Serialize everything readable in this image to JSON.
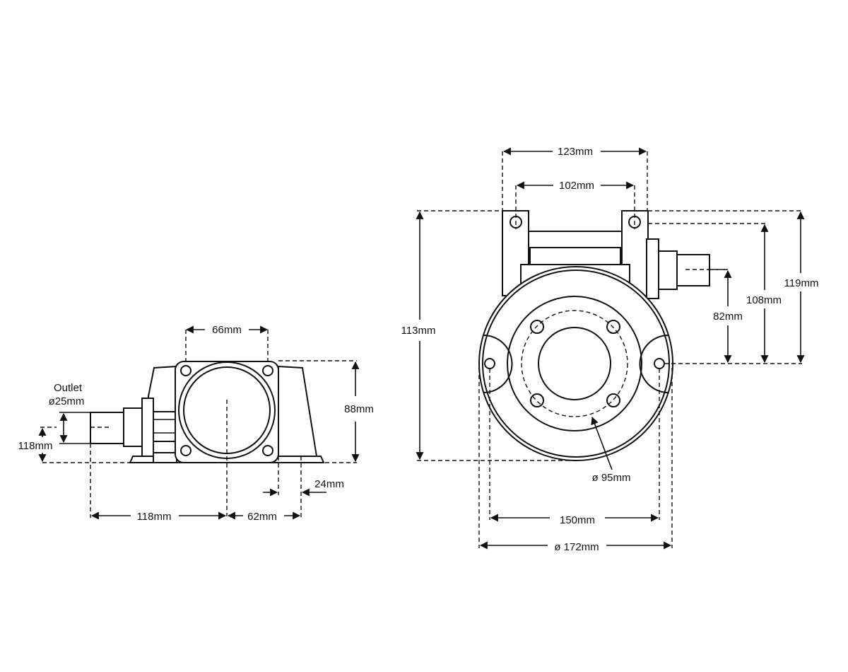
{
  "side_view": {
    "outlet_label": "Outlet",
    "outlet_diameter": "ø25mm",
    "dim_66": "66mm",
    "dim_88": "88mm",
    "dim_118_vertical": "118mm",
    "dim_118_horizontal": "118mm",
    "dim_62": "62mm",
    "dim_24": "24mm"
  },
  "front_view": {
    "dim_123": "123mm",
    "dim_102": "102mm",
    "dim_113": "113mm",
    "dim_119": "119mm",
    "dim_108": "108mm",
    "dim_82": "82mm",
    "dim_95": "ø 95mm",
    "dim_150": "150mm",
    "dim_172": "ø 172mm"
  }
}
